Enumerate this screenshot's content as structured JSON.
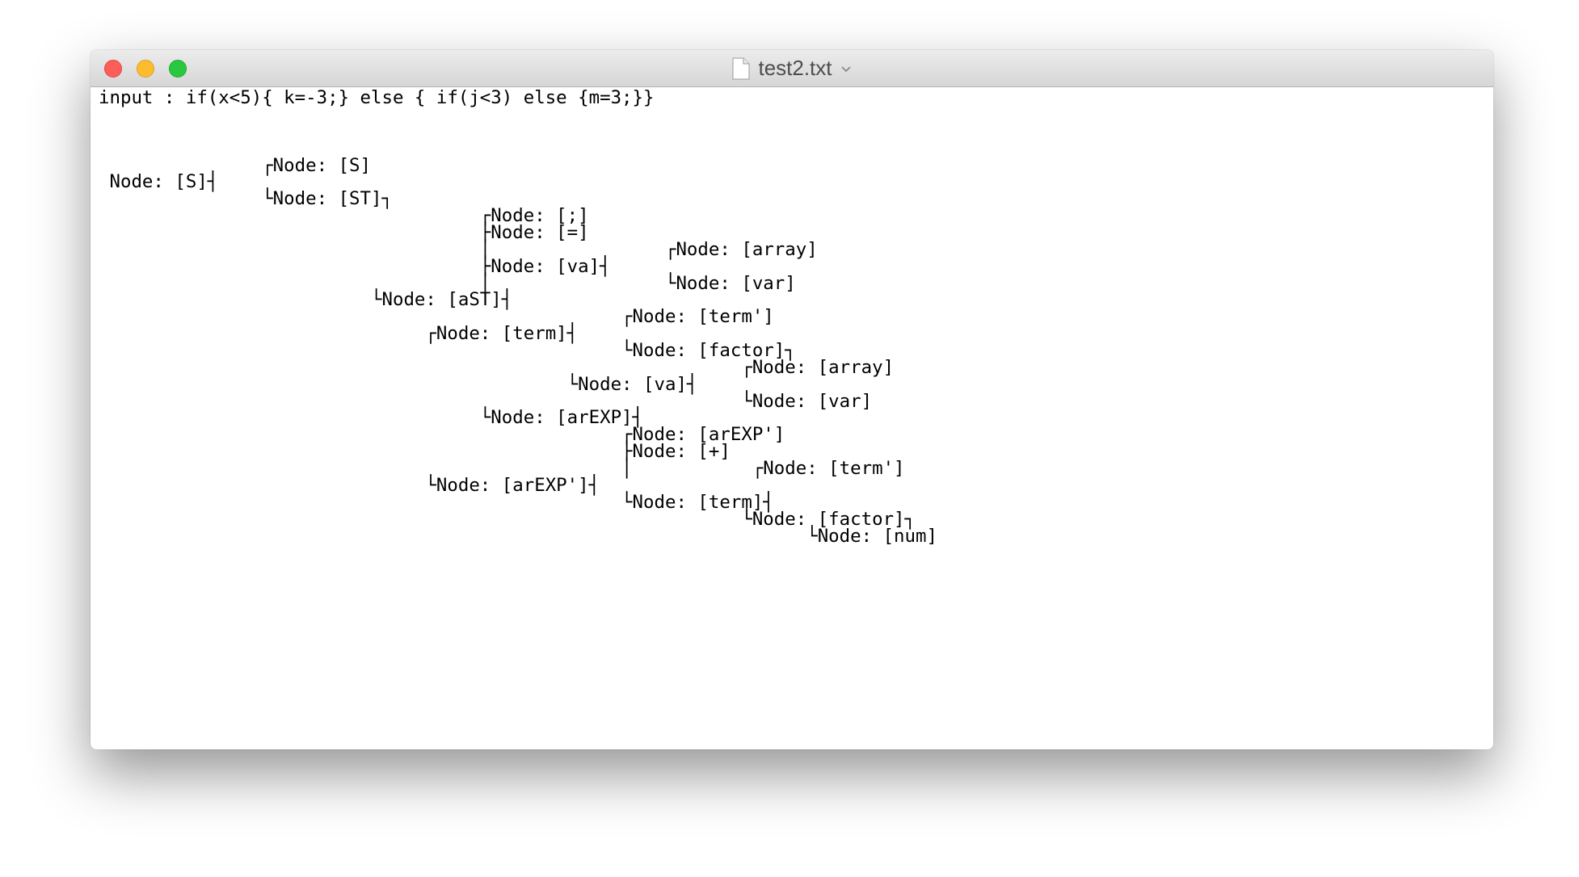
{
  "window": {
    "title": "test2.txt",
    "controls": [
      "close",
      "minimize",
      "zoom"
    ],
    "icons": {
      "file": "document-icon",
      "title_menu": "chevron-down-icon"
    }
  },
  "text_lines": [
    "input : if(x<5){ k=-3;} else { if(j<3) else {m=3;}}",
    "",
    "",
    "               ┌Node: [S]",
    " Node: [S]┤",
    "               └Node: [ST]┐",
    "                                   ┌Node: [;]",
    "                                   ├Node: [=]",
    "                                   │                ┌Node: [array]",
    "                                   ├Node: [va]┤",
    "                                   │                └Node: [var]",
    "                         └Node: [aST]┤",
    "                                                ┌Node: [term']",
    "                              ┌Node: [term]┤",
    "                                                └Node: [factor]┐",
    "                                                           ┌Node: [array]",
    "                                           └Node: [va]┤",
    "                                                           └Node: [var]",
    "                                   └Node: [arEXP]┤",
    "                                                ┌Node: [arEXP']",
    "                                                ├Node: [+]",
    "                                                │           ┌Node: [term']",
    "                              └Node: [arEXP']┤",
    "                                                └Node: [term]┤",
    "                                                           └Node: [factor]┐",
    "                                                                 └Node: [num]"
  ]
}
